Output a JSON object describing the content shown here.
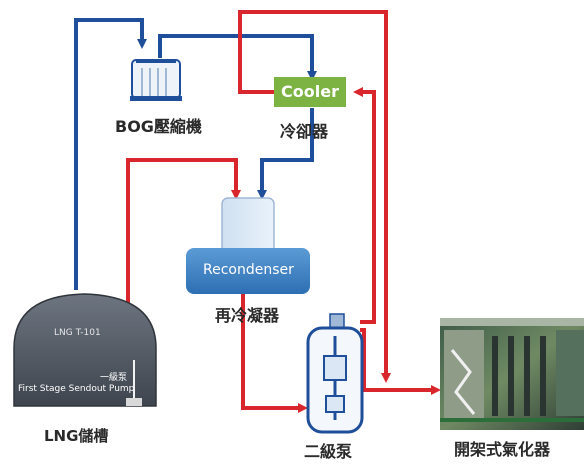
{
  "labels": {
    "bog_compressor": "BOG壓縮機",
    "cooler_en": "Cooler",
    "cooler_zh": "冷卻器",
    "recondenser_en": "Recondenser",
    "recondenser_zh": "再冷凝器",
    "tank_id": "LNG T-101",
    "tank_pump_zh": "一級泵",
    "tank_pump_en": "First Stage Sendout Pump",
    "tank_zh": "LNG儲槽",
    "second_pump_zh": "二級泵",
    "vaporizer_zh": "開架式氣化器"
  },
  "colors": {
    "gas_line": "#1f4e9a",
    "liquid_line": "#d9262c",
    "cooler_fill": "#7cb342"
  }
}
